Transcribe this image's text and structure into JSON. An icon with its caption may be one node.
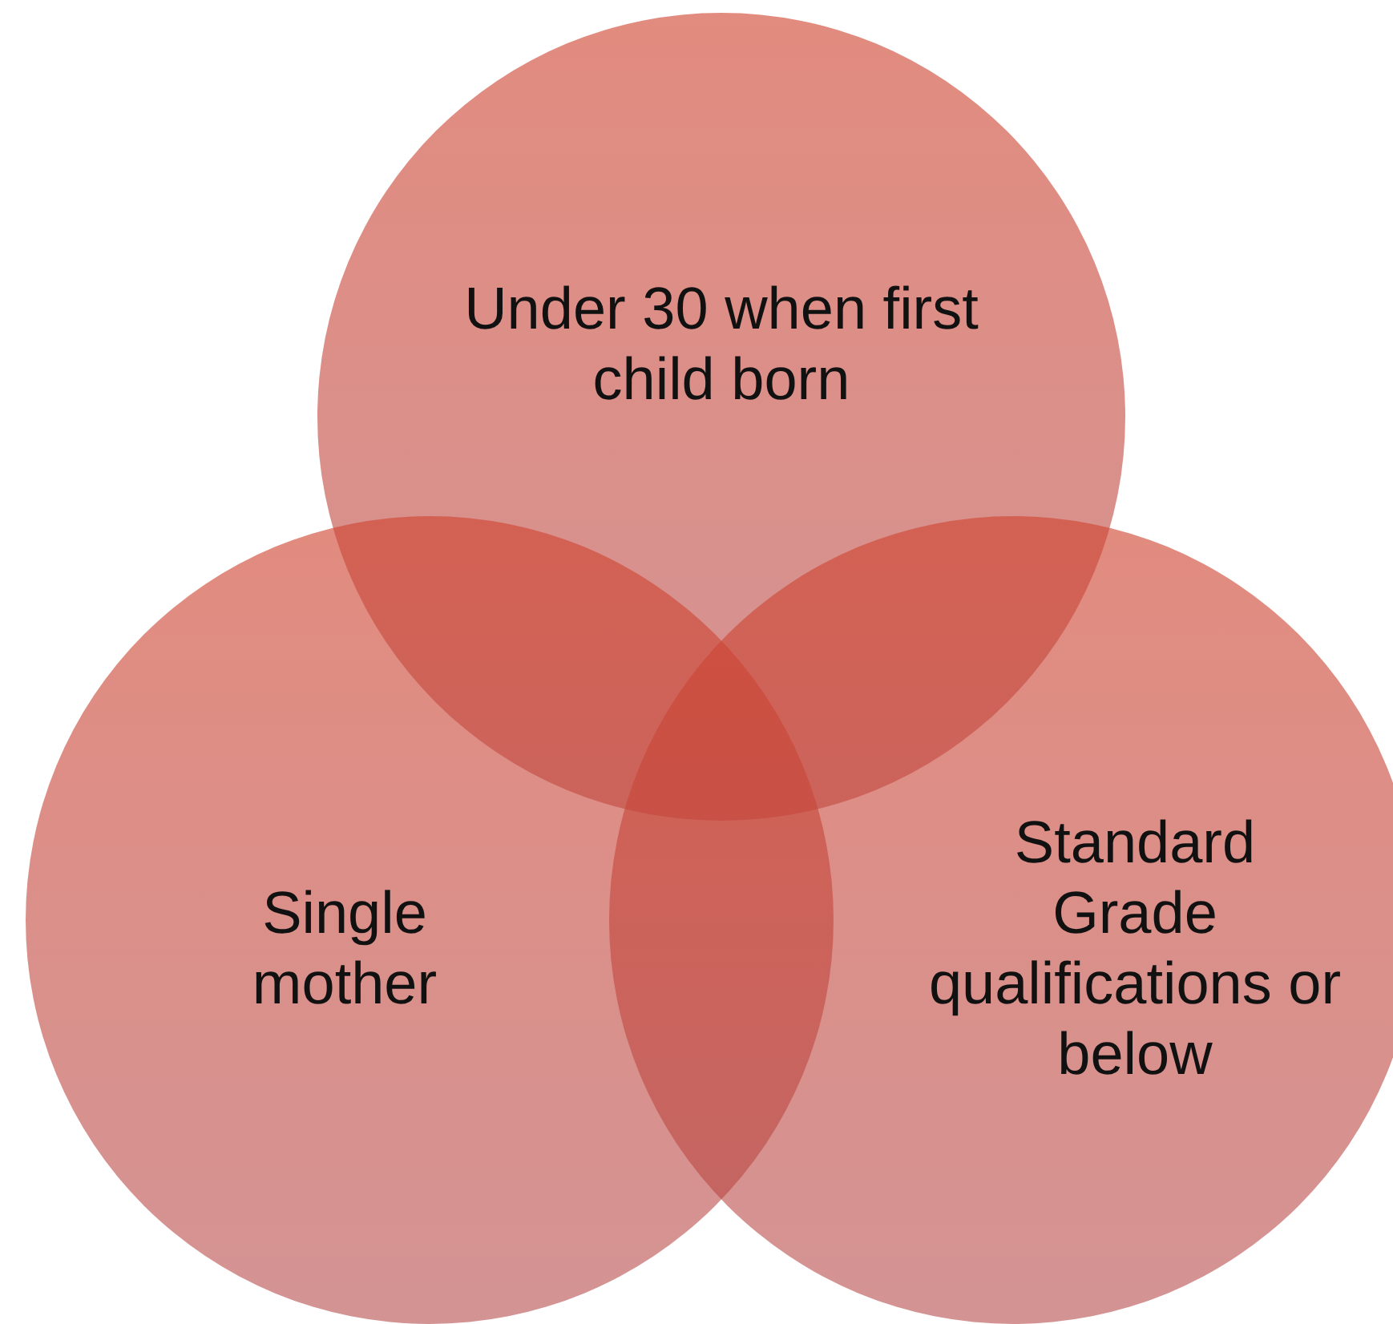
{
  "diagram": {
    "nodes": [
      {
        "text": [
          "Under 30 when first child born"
        ]
      },
      {
        "text": [
          "Single mother"
        ]
      },
      {
        "text": [
          "Standard Grade qualifications or below"
        ]
      }
    ]
  }
}
